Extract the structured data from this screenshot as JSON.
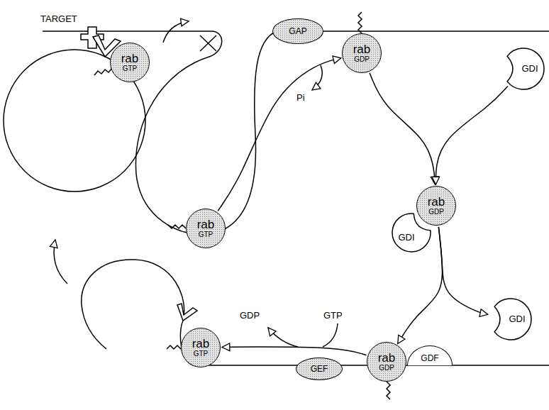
{
  "diagram": {
    "nodes": [
      {
        "text": [
          "rab",
          "GTP"
        ]
      },
      {
        "text": [
          "GAP"
        ]
      },
      {
        "text": [
          "rab",
          "GDP"
        ]
      },
      {
        "text": [
          "GDI"
        ]
      },
      {
        "text": [
          "rab",
          "GTP"
        ]
      },
      {
        "text": [
          "rab",
          "GDP"
        ]
      },
      {
        "text": [
          "GDI"
        ]
      },
      {
        "text": [
          "GDI"
        ]
      },
      {
        "text": [
          "rab",
          "GTP"
        ]
      },
      {
        "text": [
          "GEF"
        ]
      },
      {
        "text": [
          "rab",
          "GDP"
        ]
      },
      {
        "text": [
          "GDF"
        ]
      }
    ],
    "edges": [
      {
        "from": 4,
        "to": 2,
        "arrow": "to"
      },
      {
        "from": 2,
        "to": 5,
        "arrow": "to"
      },
      {
        "from": 3,
        "to": 5,
        "arrow": "to"
      },
      {
        "from": 5,
        "to": 10,
        "arrow": "to"
      },
      {
        "from": 5,
        "to": 7,
        "arrow": "to"
      },
      {
        "from": 10,
        "to": 8,
        "arrow": "to"
      }
    ],
    "labels": [
      "TARGET",
      "Pi",
      "GDP",
      "GTP"
    ]
  }
}
